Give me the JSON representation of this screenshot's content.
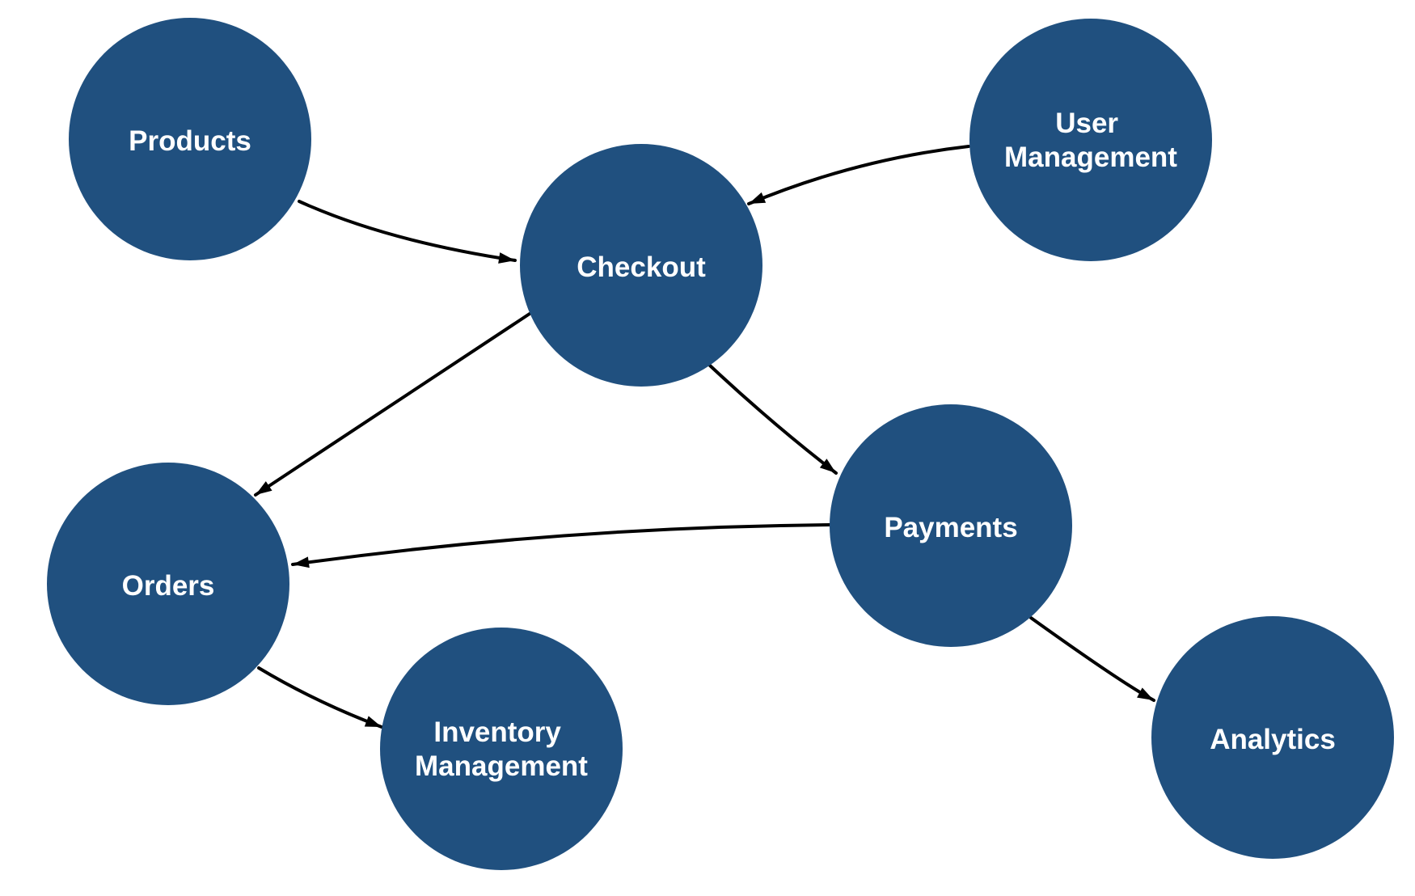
{
  "diagram": {
    "background_color": "#ffffff",
    "node_fill_color": "#20507F",
    "node_label_color": "#ffffff",
    "edge_color": "#000000",
    "nodes": [
      {
        "id": "products",
        "label": "Products",
        "lines": [
          "Products"
        ]
      },
      {
        "id": "user-management",
        "label": "User Management",
        "lines": [
          "User",
          "Management"
        ]
      },
      {
        "id": "checkout",
        "label": "Checkout",
        "lines": [
          "Checkout"
        ]
      },
      {
        "id": "orders",
        "label": "Orders",
        "lines": [
          "Orders"
        ]
      },
      {
        "id": "payments",
        "label": "Payments",
        "lines": [
          "Payments"
        ]
      },
      {
        "id": "inventory-management",
        "label": "Inventory Management",
        "lines": [
          "Inventory",
          "Management"
        ]
      },
      {
        "id": "analytics",
        "label": "Analytics",
        "lines": [
          "Analytics"
        ]
      }
    ],
    "edges": [
      {
        "from": "Products",
        "to": "Checkout"
      },
      {
        "from": "User Management",
        "to": "Checkout"
      },
      {
        "from": "Checkout",
        "to": "Orders"
      },
      {
        "from": "Checkout",
        "to": "Payments"
      },
      {
        "from": "Payments",
        "to": "Orders"
      },
      {
        "from": "Orders",
        "to": "Inventory Management"
      },
      {
        "from": "Payments",
        "to": "Analytics"
      }
    ]
  }
}
